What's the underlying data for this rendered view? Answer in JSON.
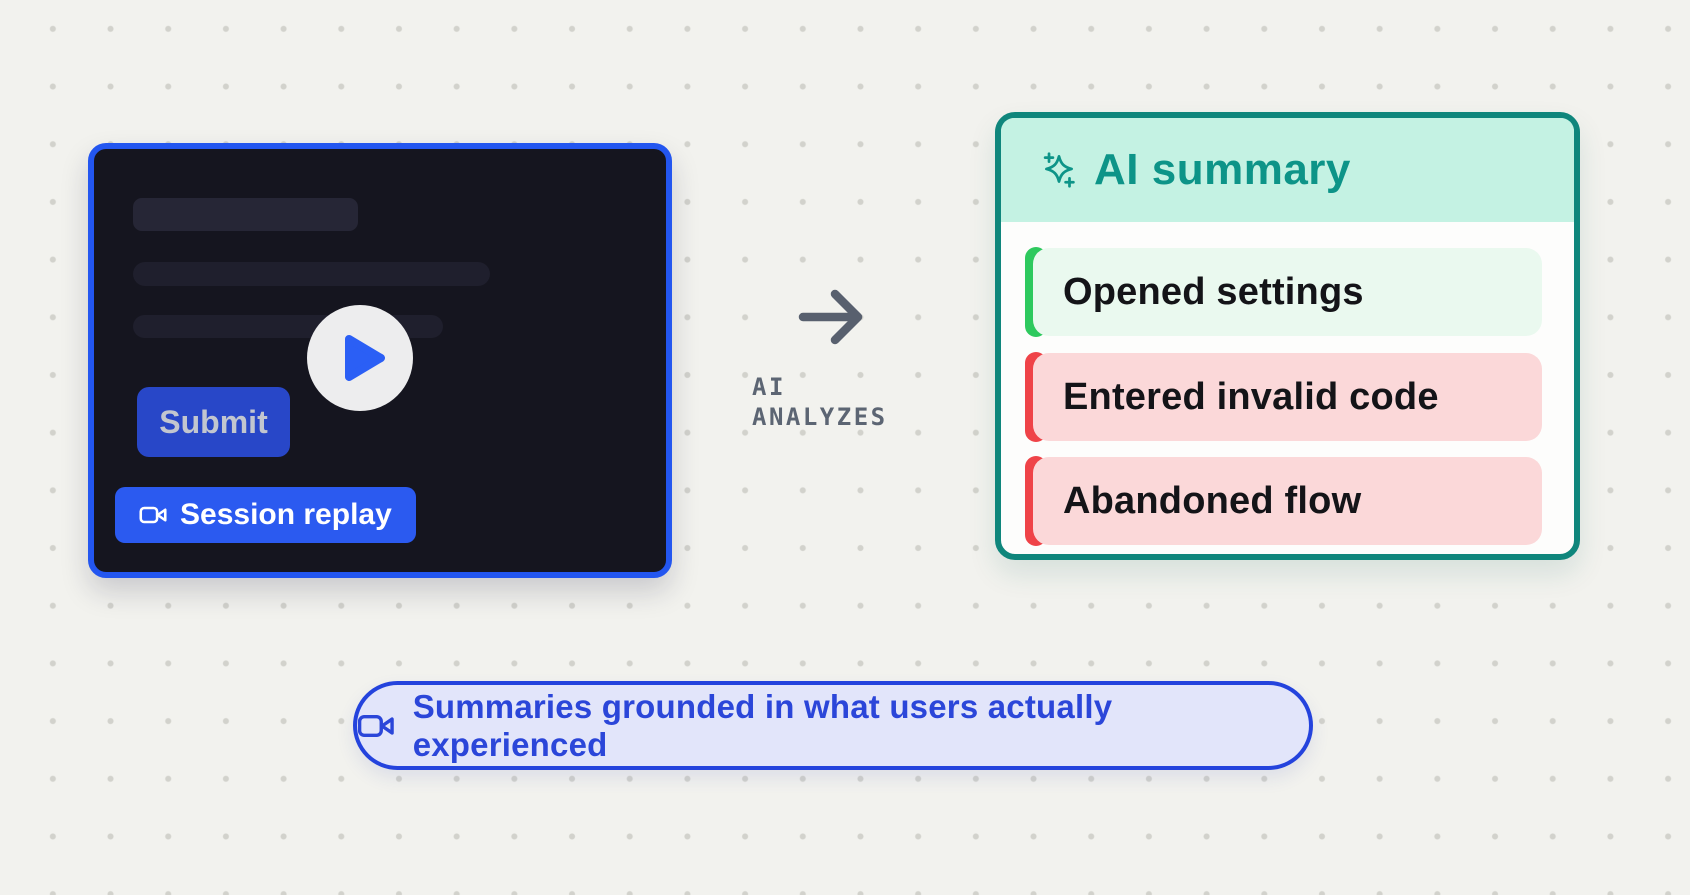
{
  "background": {
    "base_color": "#f2f2ee",
    "dot_color": "#d2d2cc"
  },
  "replay_card": {
    "border_color": "#2356f0",
    "surface_color": "#15151f",
    "play_icon_color": "#2b5ff5",
    "submit_button": {
      "label": "Submit",
      "color": "#2847c8"
    },
    "session_replay_badge": {
      "label": "Session replay",
      "color": "#2b5af0"
    }
  },
  "connector": {
    "arrow_color": "#58606e",
    "label_line1": "AI",
    "label_line2": "ANALYZES"
  },
  "ai_summary_card": {
    "title": "AI summary",
    "title_color": "#0d9488",
    "border_color": "#0f867c",
    "header_color": "#c4f2e3",
    "items": [
      {
        "label": "Opened settings",
        "status": "positive",
        "accent_color": "#2ec95e",
        "background_color": "#eaf9ef"
      },
      {
        "label": "Entered invalid code",
        "status": "negative",
        "accent_color": "#ef4348",
        "background_color": "#fbd8d9"
      },
      {
        "label": "Abandoned flow",
        "status": "negative",
        "accent_color": "#ef4348",
        "background_color": "#fbd8d9"
      }
    ]
  },
  "footer_pill": {
    "label": "Summaries grounded in what users actually experienced",
    "text_color": "#2b46d9",
    "border_color": "#2443dd",
    "background_color": "#e2e5fa"
  }
}
